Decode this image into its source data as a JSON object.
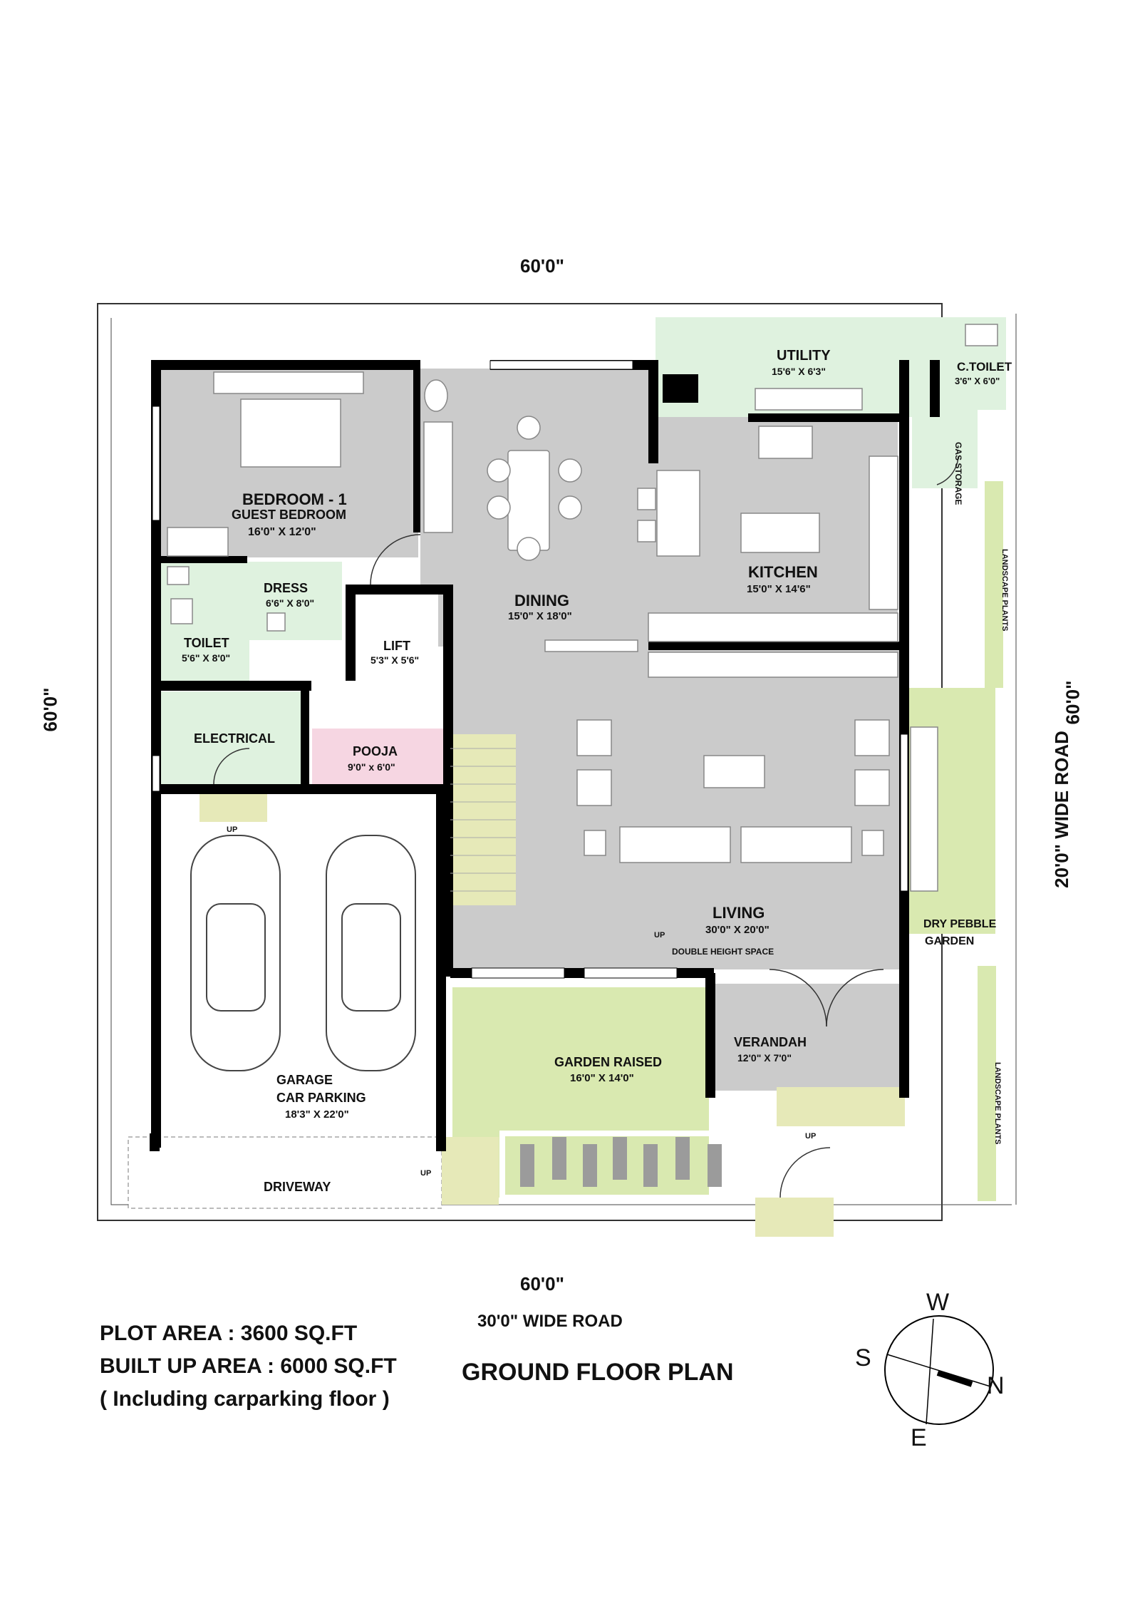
{
  "dimensions": {
    "top": "60'0\"",
    "bottom": "60'0\"",
    "left": "60'0\"",
    "right": "60'0\""
  },
  "roads": {
    "bottom": "30'0\" WIDE ROAD",
    "right": "20'0\" WIDE ROAD"
  },
  "rooms": {
    "bedroom": {
      "name": "BEDROOM - 1",
      "sub": "GUEST BEDROOM",
      "size": "16'0\" X 12'0\""
    },
    "dress": {
      "name": "DRESS",
      "size": "6'6\" X 8'0\""
    },
    "toilet": {
      "name": "TOILET",
      "size": "5'6\" X 8'0\""
    },
    "lift": {
      "name": "LIFT",
      "size": "5'3\" X 5'6\""
    },
    "electrical": {
      "name": "ELECTRICAL"
    },
    "pooja": {
      "name": "POOJA",
      "size": "9'0\" x 6'0\""
    },
    "dining": {
      "name": "DINING",
      "size": "15'0\" X 18'0\""
    },
    "kitchen": {
      "name": "KITCHEN",
      "size": "15'0\" X 14'6\""
    },
    "utility": {
      "name": "UTILITY",
      "size": "15'6\" X 6'3\""
    },
    "ctoilet": {
      "name": "C.TOILET",
      "size": "3'6\" X 6'0\""
    },
    "gas": {
      "name": "GAS STORAGE"
    },
    "living": {
      "name": "LIVING",
      "size": "30'0\" X 20'0\"",
      "note": "DOUBLE HEIGHT SPACE"
    },
    "verandah": {
      "name": "VERANDAH",
      "size": "12'0\" X 7'0\""
    },
    "garden": {
      "name": "GARDEN RAISED",
      "size": "16'0\" X 14'0\""
    },
    "garage": {
      "name": "GARAGE",
      "sub": "CAR PARKING",
      "size": "18'3\" X 22'0\""
    },
    "driveway": {
      "name": "DRIVEWAY"
    },
    "pebble": {
      "name": "DRY PEBBLE",
      "sub": "GARDEN"
    },
    "landscape": {
      "name": "LANDSCAPE PLANTS"
    }
  },
  "markers": {
    "up": "UP"
  },
  "info": {
    "plot_area": "PLOT AREA : 3600 SQ.FT",
    "built_area": "BUILT UP AREA : 6000 SQ.FT",
    "note": "( Including carparking floor )",
    "title": "GROUND FLOOR PLAN"
  },
  "compass": {
    "w": "W",
    "s": "S",
    "n": "N",
    "e": "E"
  },
  "colors": {
    "wall": "#000000",
    "floor": "#cbcbcb",
    "wet": "#dff2df",
    "pooja": "#f6d6e2",
    "garden": "#d9e9b0",
    "steps": "#e6e9b8"
  }
}
